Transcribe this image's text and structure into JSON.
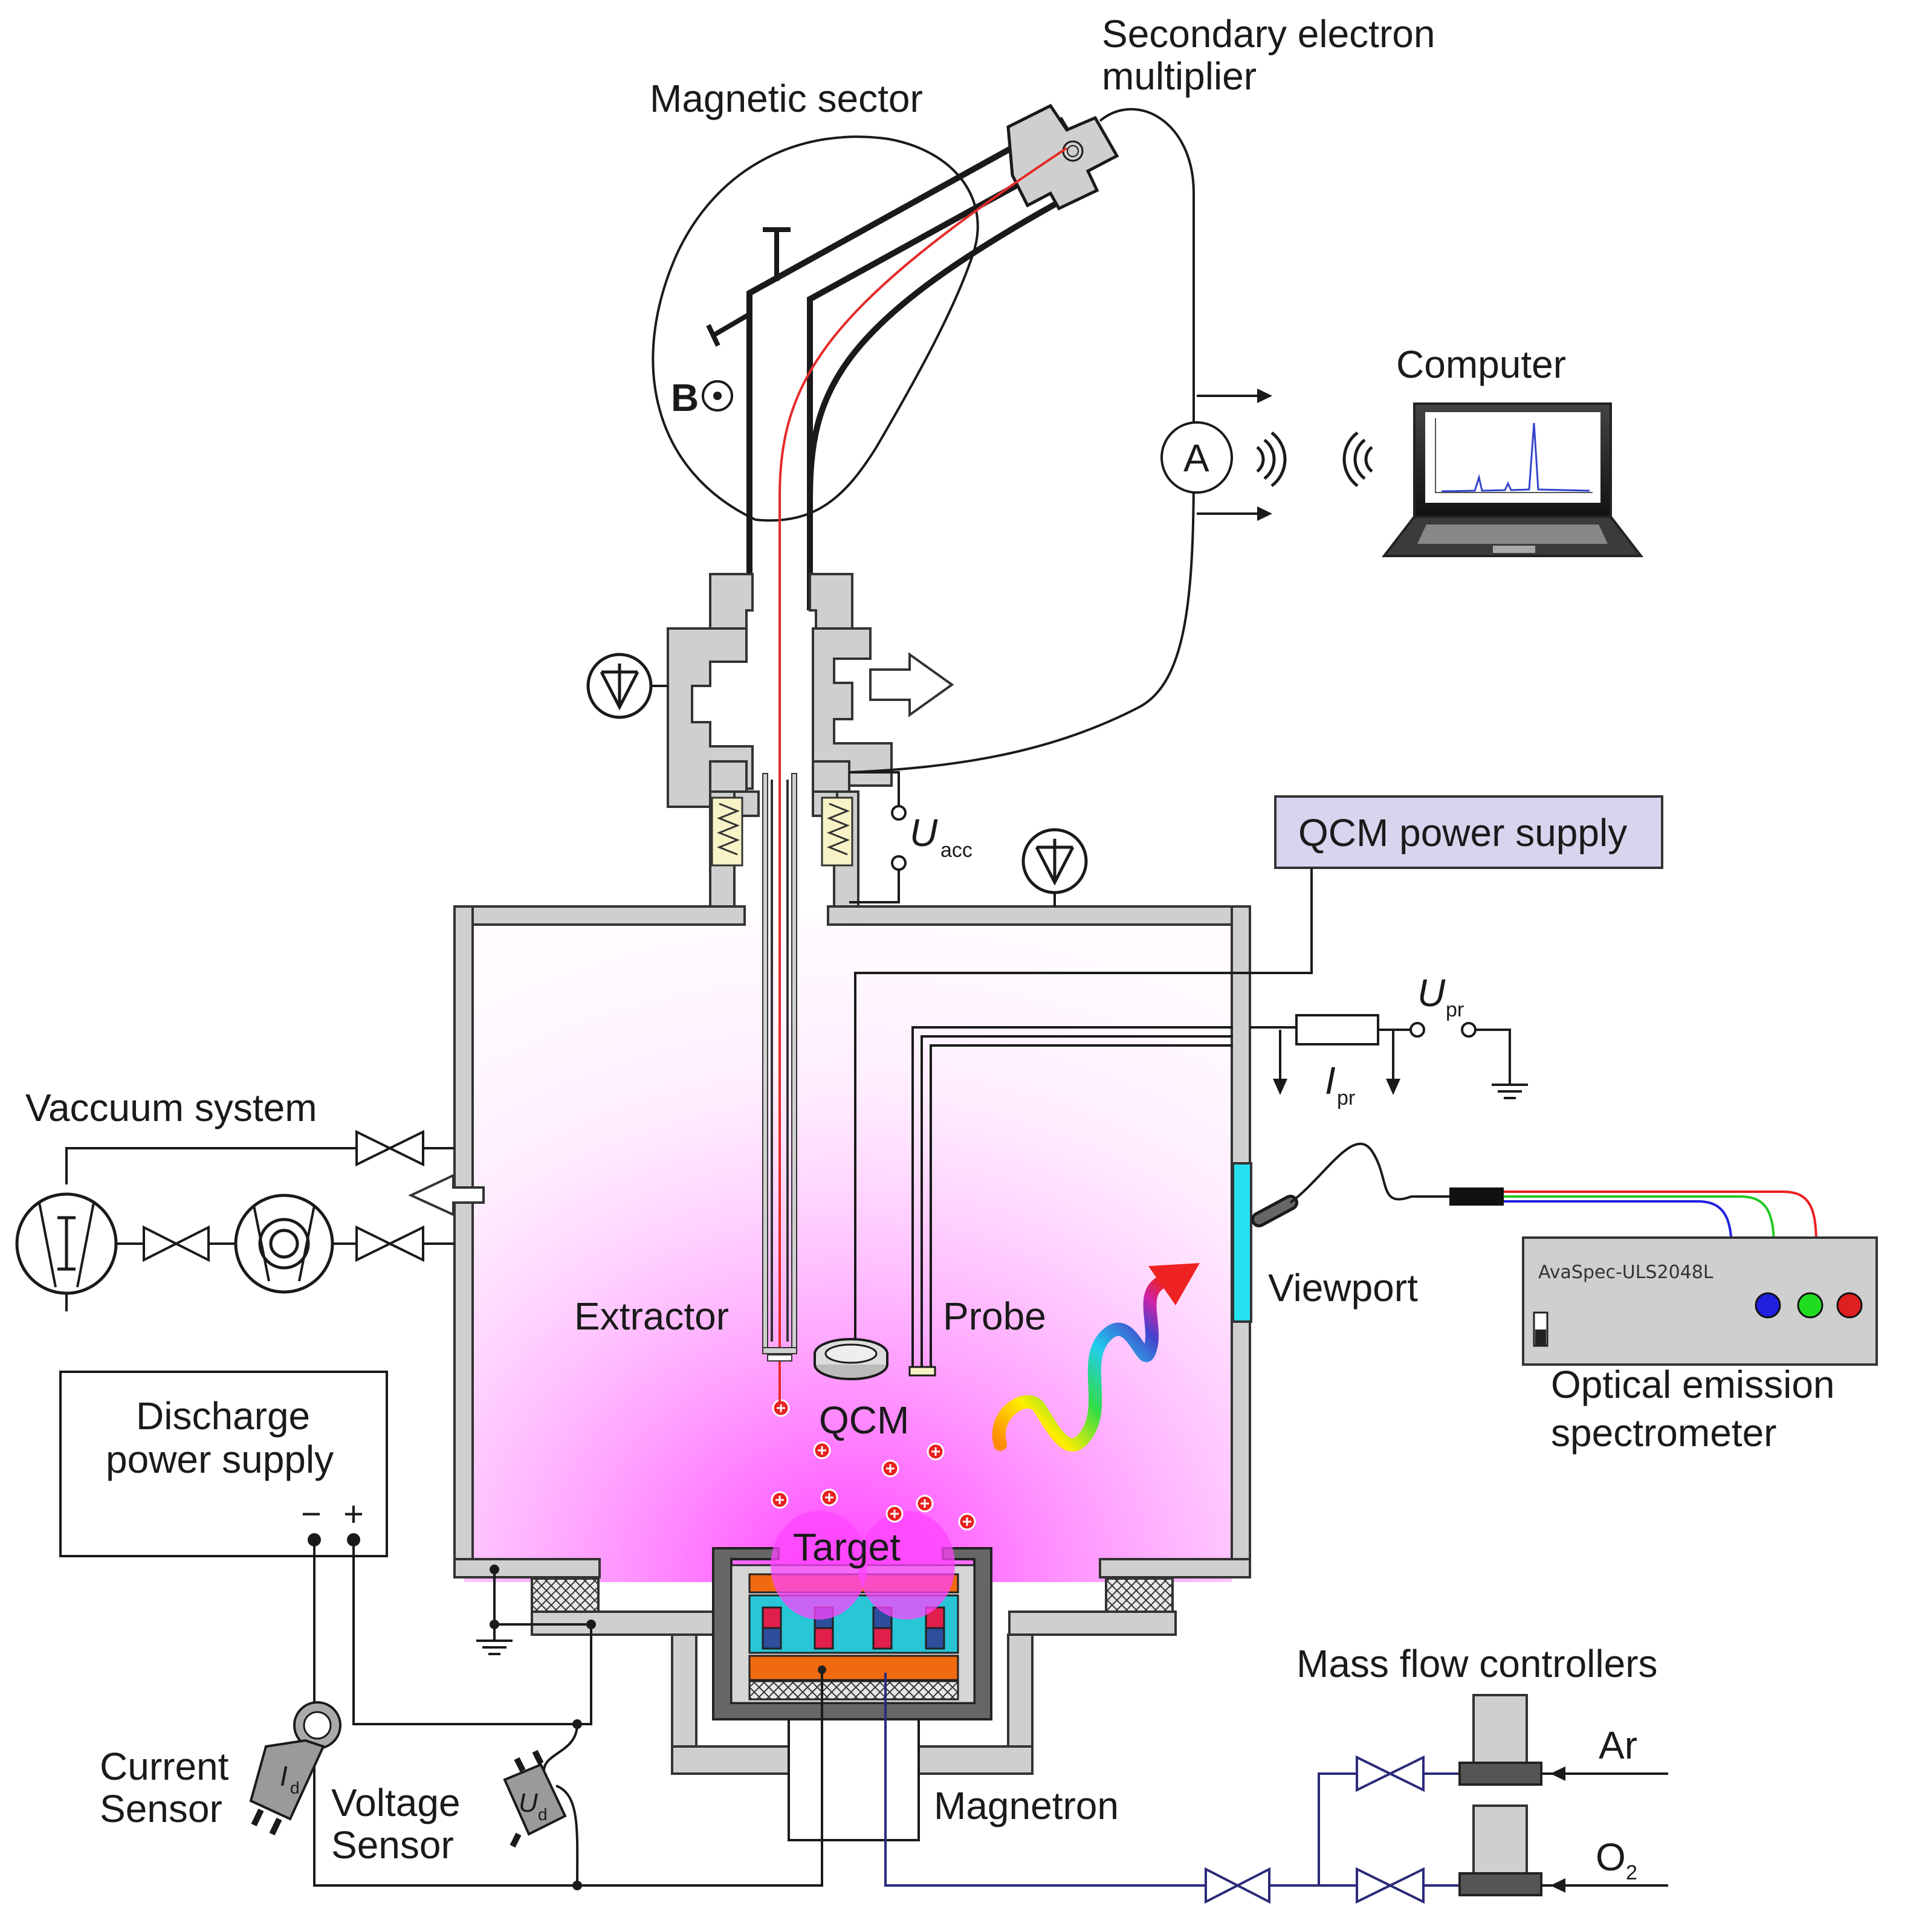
{
  "labels": {
    "magnetic_sector": "Magnetic sector",
    "sem_line1": "Secondary electron",
    "sem_line2": "multiplier",
    "b_field": "B",
    "computer": "Computer",
    "ammeter": "A",
    "u_acc_main": "U",
    "u_acc_sub": "acc",
    "qcm_power_supply": "QCM power supply",
    "u_pr_main": "U",
    "u_pr_sub": "pr",
    "i_pr_main": "I",
    "i_pr_sub": "pr",
    "vacuum_system": "Vaccuum system",
    "viewport": "Viewport",
    "spectrometer_model": "AvaSpec-ULS2048L",
    "oes_line1": "Optical emission",
    "oes_line2": "spectrometer",
    "extractor": "Extractor",
    "probe": "Probe",
    "qcm": "QCM",
    "discharge_line1": "Discharge",
    "discharge_line2": "power supply",
    "minus": "−",
    "plus": "+",
    "target": "Target",
    "mass_flow_controllers": "Mass flow controllers",
    "argon": "Ar",
    "oxygen_main": "O",
    "oxygen_sub": "2",
    "magnetron": "Magnetron",
    "current_sensor_line1": "Current",
    "current_sensor_line2": "Sensor",
    "voltage_sensor_line1": "Voltage",
    "voltage_sensor_line2": "Sensor",
    "id_main": "I",
    "id_sub": "d",
    "ud_main": "U",
    "ud_sub": "d"
  },
  "colors": {
    "plasma": "#ff55ff",
    "ion_beam": "#e52a2a",
    "viewport": "#26e1f0",
    "qcm_box": "#d9d3ee",
    "gas_line": "#2b2a7a",
    "magnetron_cyan": "#28c6d6",
    "magnetron_orange": "#f06a10"
  },
  "icons": [
    "pressure-gauge-icon",
    "ammeter-icon",
    "wifi-signal-icon",
    "ground-icon",
    "valve-icon",
    "turbo-pump-icon",
    "rough-pump-icon"
  ]
}
